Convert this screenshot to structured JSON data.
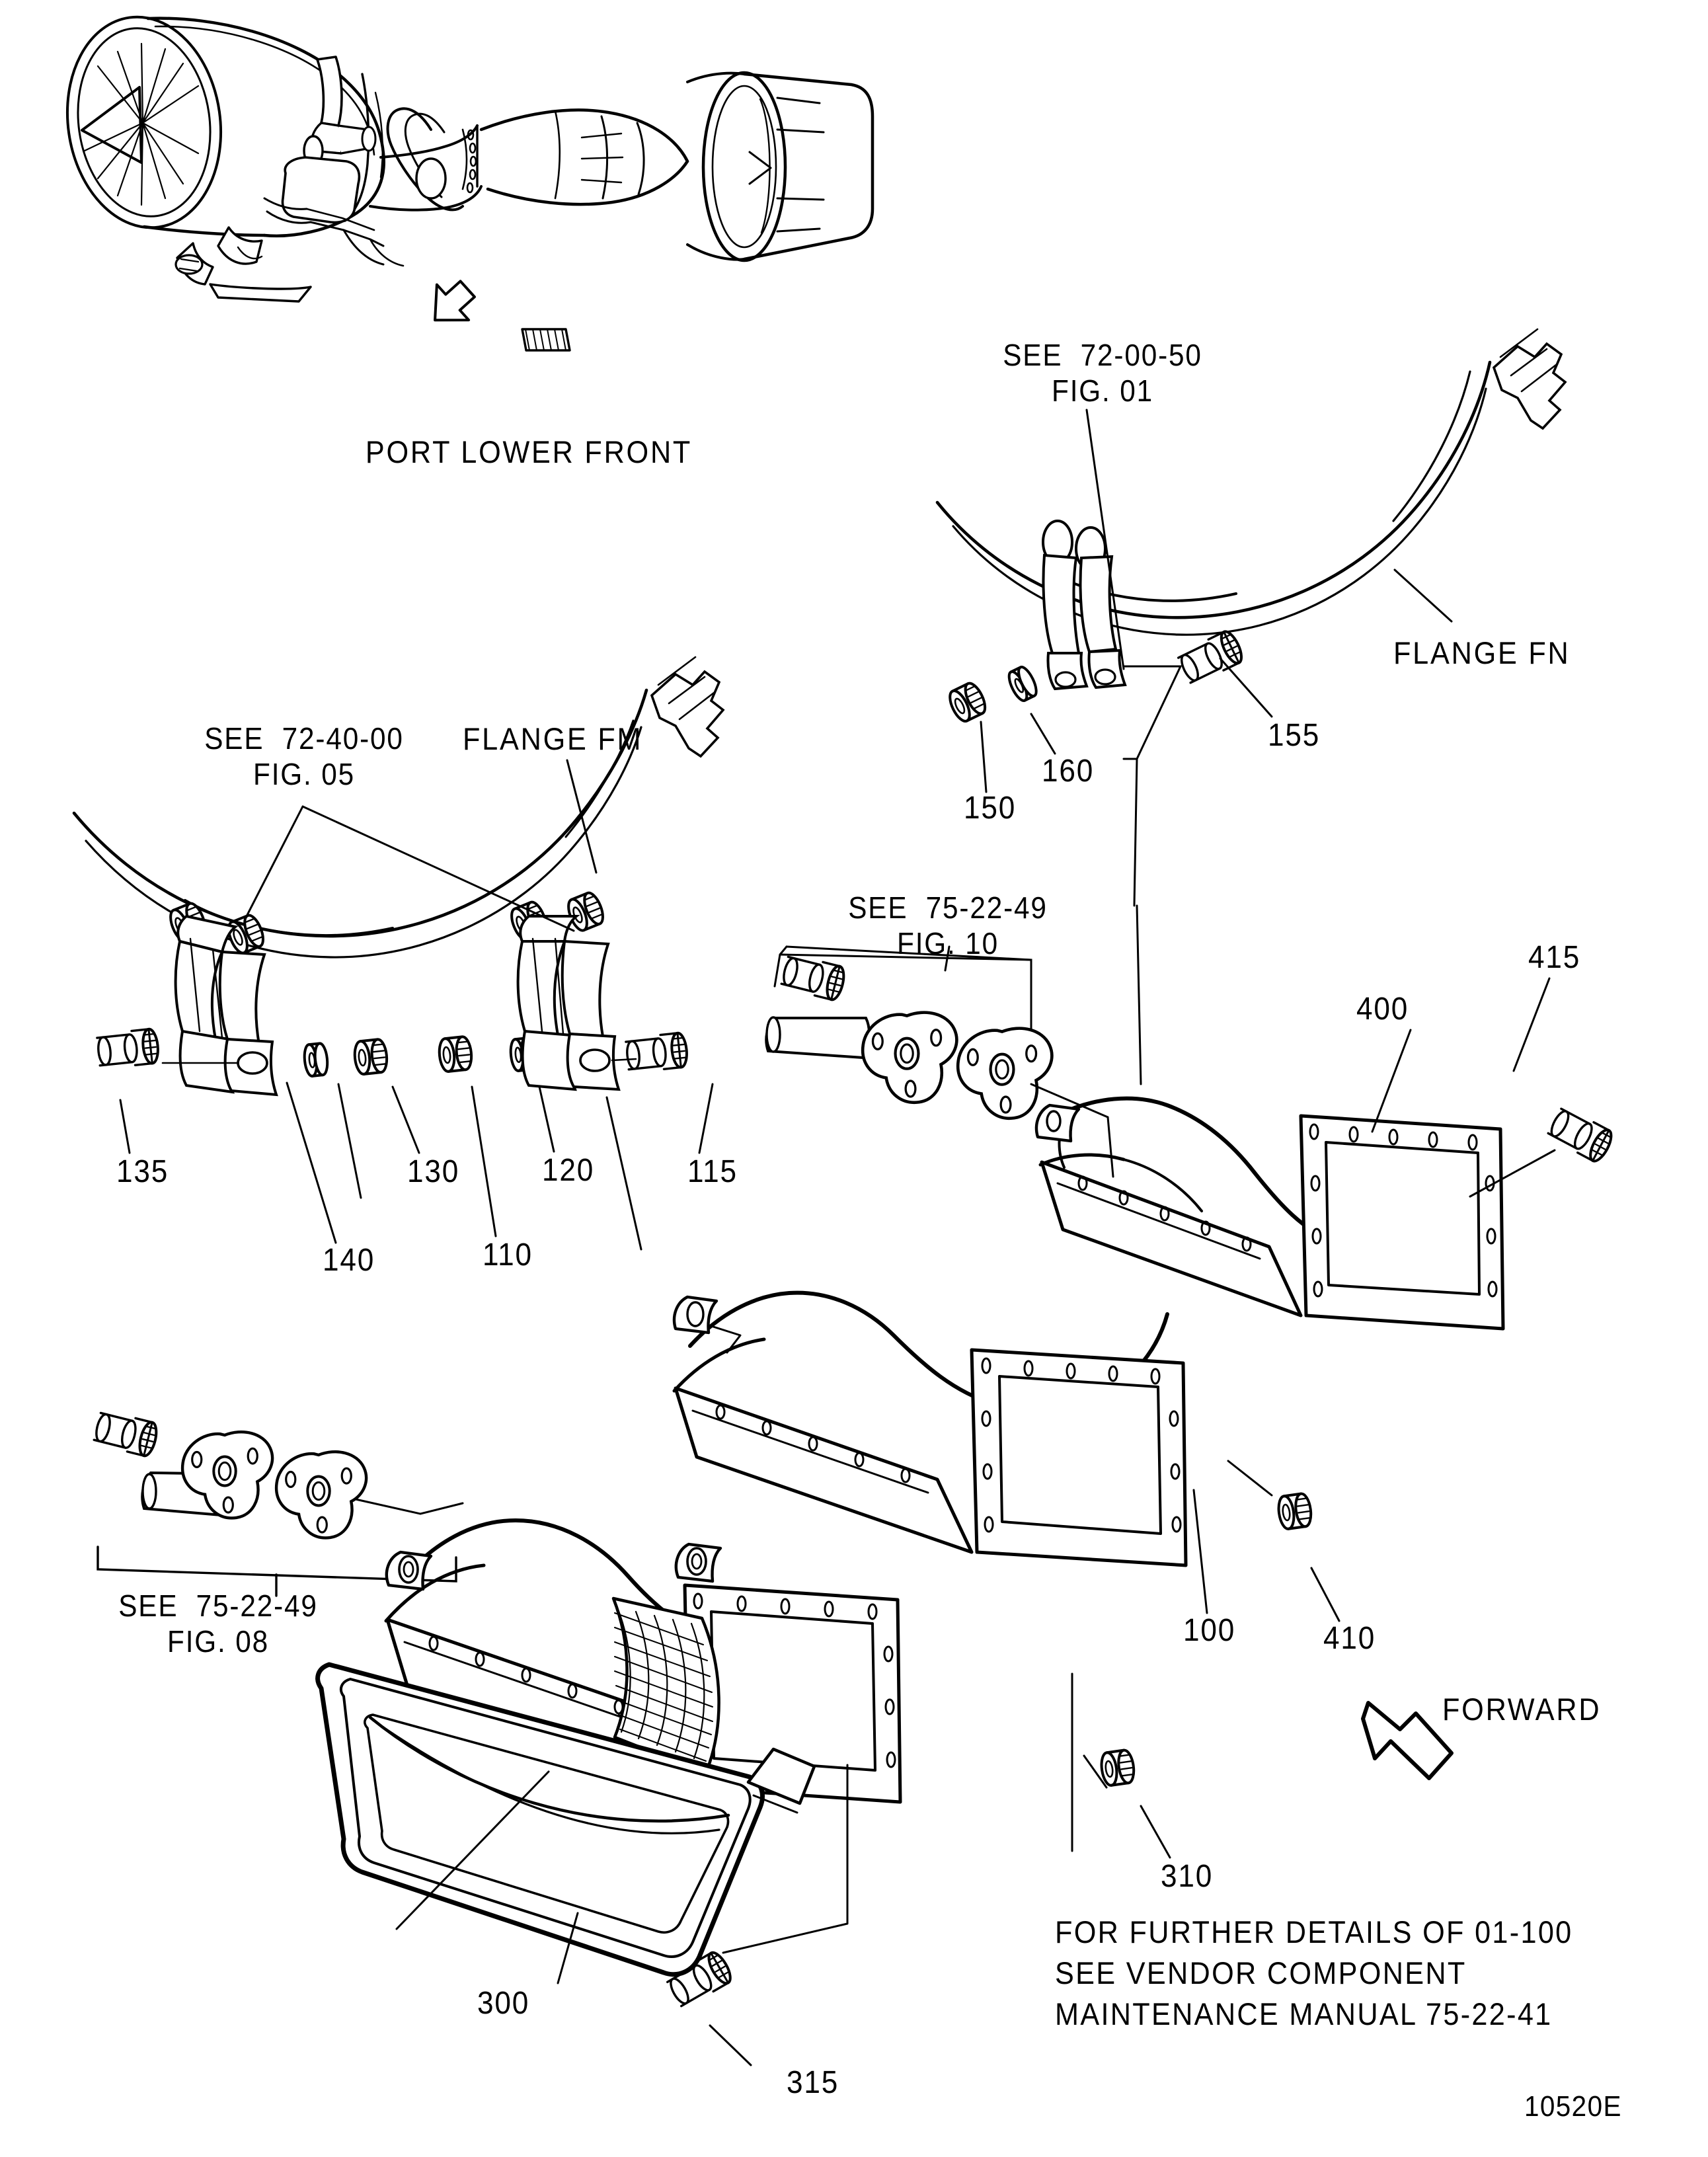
{
  "document": {
    "type": "illustrated-parts-catalog-figure",
    "drawing_number": "10520E",
    "view_caption": "PORT LOWER FRONT"
  },
  "flanges": [
    {
      "id": "fn",
      "label": "FLANGE FN"
    },
    {
      "id": "fm",
      "label": "FLANGE FM"
    }
  ],
  "cross_references": [
    {
      "id": "ref-72-00-50",
      "line1": "SEE  72-00-50",
      "line2": "FIG. 01"
    },
    {
      "id": "ref-72-40-00",
      "line1": "SEE  72-40-00",
      "line2": "FIG. 05"
    },
    {
      "id": "ref-75-22-49-fig10",
      "line1": "SEE  75-22-49",
      "line2": "FIG. 10"
    },
    {
      "id": "ref-75-22-49-fig08",
      "line1": "SEE  75-22-49",
      "line2": "FIG. 08"
    }
  ],
  "item_numbers": [
    {
      "id": "item-100",
      "number": "100"
    },
    {
      "id": "item-110",
      "number": "110"
    },
    {
      "id": "item-115",
      "number": "115"
    },
    {
      "id": "item-120",
      "number": "120"
    },
    {
      "id": "item-130",
      "number": "130"
    },
    {
      "id": "item-135",
      "number": "135"
    },
    {
      "id": "item-140",
      "number": "140"
    },
    {
      "id": "item-150",
      "number": "150"
    },
    {
      "id": "item-155",
      "number": "155"
    },
    {
      "id": "item-160",
      "number": "160"
    },
    {
      "id": "item-300",
      "number": "300"
    },
    {
      "id": "item-310",
      "number": "310"
    },
    {
      "id": "item-315",
      "number": "315"
    },
    {
      "id": "item-400",
      "number": "400"
    },
    {
      "id": "item-410",
      "number": "410"
    },
    {
      "id": "item-415",
      "number": "415"
    }
  ],
  "direction_indicator": {
    "label": "FORWARD"
  },
  "note": {
    "line1": "FOR FURTHER DETAILS OF 01-100",
    "line2": "SEE VENDOR COMPONENT",
    "line3": "MAINTENANCE MANUAL 75-22-41"
  },
  "colors": {
    "ink": "#000000",
    "paper": "#ffffff"
  }
}
